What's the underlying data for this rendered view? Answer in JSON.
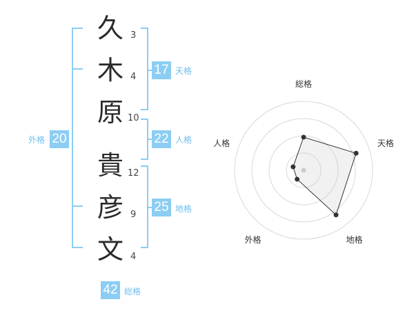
{
  "name": {
    "characters": [
      {
        "char": "久",
        "strokes": "3"
      },
      {
        "char": "木",
        "strokes": "4"
      },
      {
        "char": "原",
        "strokes": "10"
      },
      {
        "char": "貴",
        "strokes": "12"
      },
      {
        "char": "彦",
        "strokes": "9"
      },
      {
        "char": "文",
        "strokes": "4"
      }
    ]
  },
  "kakusu": {
    "tenkaku": {
      "value": "17",
      "label": "天格"
    },
    "jinkaku": {
      "value": "22",
      "label": "人格"
    },
    "chikaku": {
      "value": "25",
      "label": "地格"
    },
    "gaikaku": {
      "value": "20",
      "label": "外格"
    },
    "soukaku": {
      "value": "42",
      "label": "総格"
    }
  },
  "colors": {
    "accent": "#8ccdf3",
    "accent_text": "#6fc0ee"
  },
  "chart_data": {
    "type": "radar",
    "axes": [
      "総格",
      "天格",
      "地格",
      "外格",
      "人格"
    ],
    "values": [
      3,
      5,
      5,
      1,
      1
    ],
    "rmax": 5,
    "rings": 4
  }
}
